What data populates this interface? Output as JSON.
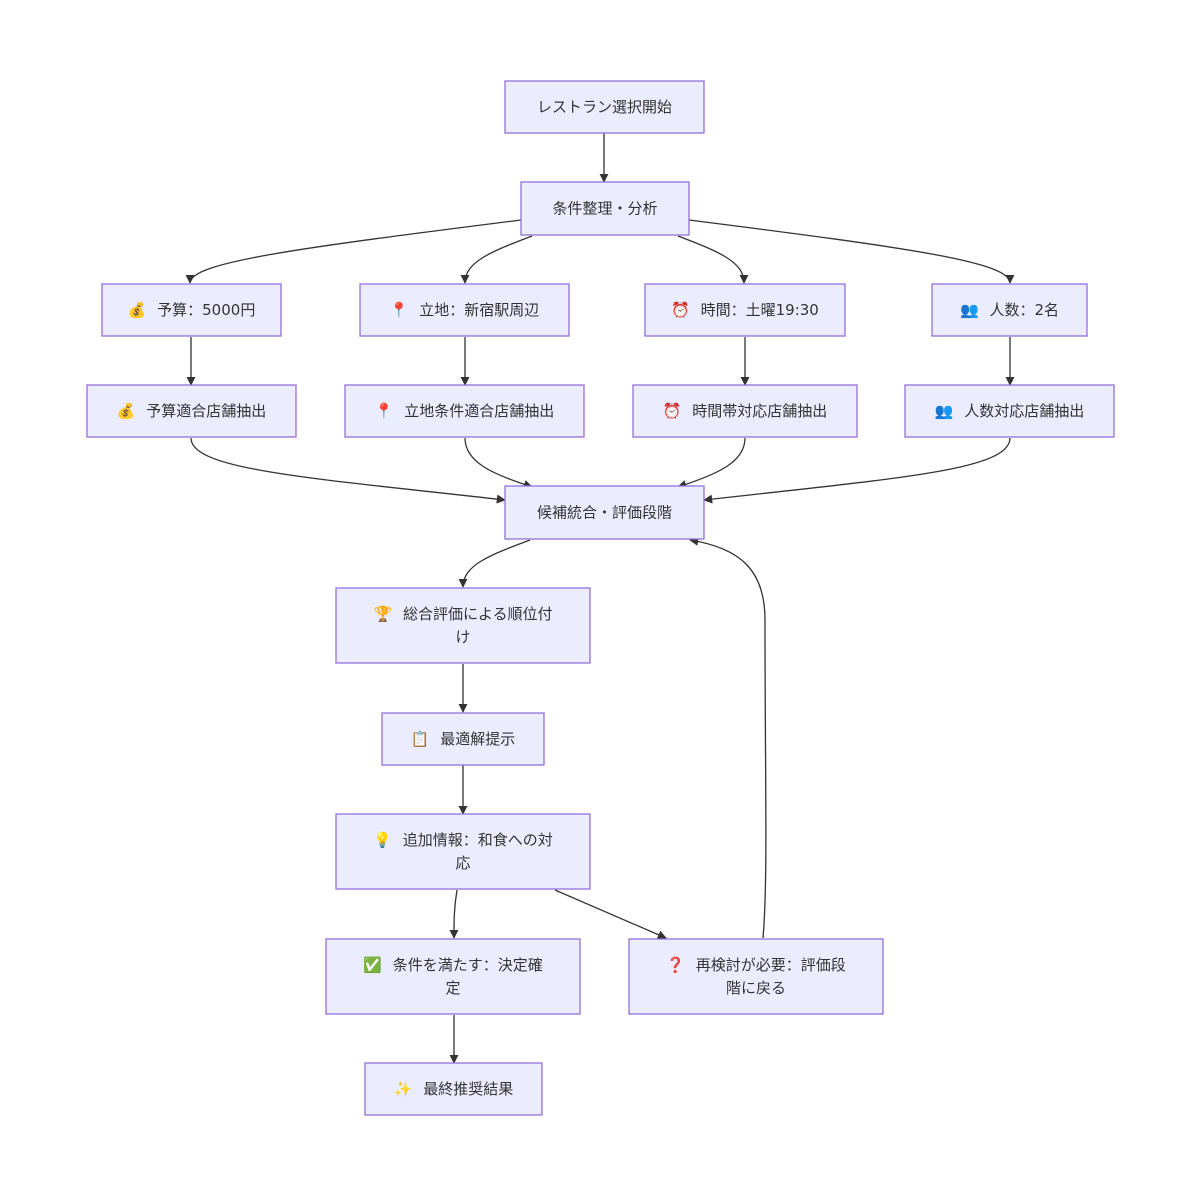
{
  "nodes": {
    "start": {
      "icon": "",
      "label": "レストラン選択開始"
    },
    "analyze": {
      "icon": "",
      "label": "条件整理・分析"
    },
    "budget": {
      "icon": "💰",
      "label": "予算：5000円",
      "icon_name": "money-bag-icon"
    },
    "location": {
      "icon": "📍",
      "label": "立地：新宿駅周辺",
      "icon_name": "pin-icon"
    },
    "time": {
      "icon": "⏰",
      "label": "時間：土曜19:30",
      "icon_name": "alarm-clock-icon"
    },
    "people": {
      "icon": "👥",
      "label": "人数：2名",
      "icon_name": "people-icon"
    },
    "budget_extract": {
      "icon": "💰",
      "label": "予算適合店舗抽出",
      "icon_name": "money-bag-icon"
    },
    "location_extract": {
      "icon": "📍",
      "label": "立地条件適合店舗抽出",
      "icon_name": "pin-icon"
    },
    "time_extract": {
      "icon": "⏰",
      "label": "時間帯対応店舗抽出",
      "icon_name": "alarm-clock-icon"
    },
    "people_extract": {
      "icon": "👥",
      "label": "人数対応店舗抽出",
      "icon_name": "people-icon"
    },
    "evaluate": {
      "icon": "",
      "label": "候補統合・評価段階"
    },
    "rank": {
      "icon": "🏆",
      "line1": "総合評価による順位付",
      "line2": "け",
      "icon_name": "trophy-icon"
    },
    "best": {
      "icon": "📋",
      "label": "最適解提示",
      "icon_name": "clipboard-icon"
    },
    "extra": {
      "icon": "💡",
      "line1": "追加情報：和食への対",
      "line2": "応",
      "icon_name": "light-bulb-icon"
    },
    "ok": {
      "icon": "✅",
      "line1": "条件を満たす：決定確",
      "line2": "定",
      "icon_name": "check-mark-icon"
    },
    "recheck": {
      "icon": "❓",
      "line1": "再検討が必要：評価段",
      "line2": "階に戻る",
      "icon_name": "question-mark-icon"
    },
    "final": {
      "icon": "✨",
      "label": "最終推奨結果",
      "icon_name": "sparkles-icon"
    }
  },
  "colors": {
    "node_fill": "#ECECFF",
    "node_stroke": "#9370DB",
    "edge": "#333333",
    "text": "#333333"
  }
}
